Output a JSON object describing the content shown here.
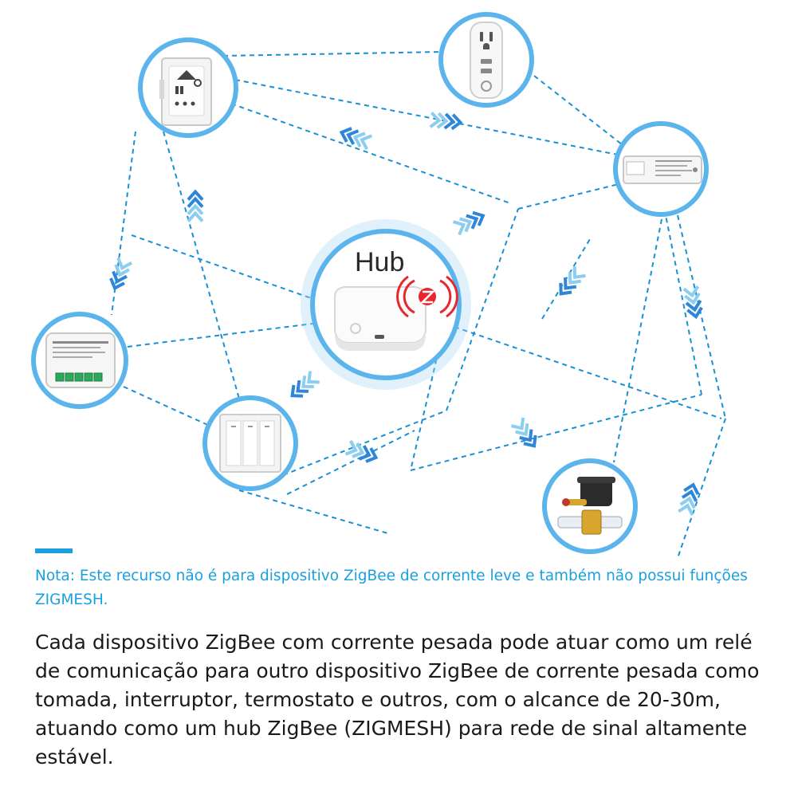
{
  "colors": {
    "accent": "#1aa0e0",
    "ring": "#5bb4ec",
    "ring_light": "#a6d6f6",
    "link": "#1990d4",
    "arrow": "#2f86d8",
    "arrow_light": "#8ccdf0",
    "zigbee_red": "#e8262c"
  },
  "hub": {
    "label": "Hub",
    "badge_icon": "zigbee-logo-icon"
  },
  "devices": [
    {
      "id": "thermostat",
      "icon": "thermostat-icon"
    },
    {
      "id": "smart-plug",
      "icon": "smart-plug-icon"
    },
    {
      "id": "light-controller",
      "icon": "light-controller-icon"
    },
    {
      "id": "switch-module",
      "icon": "switch-module-icon"
    },
    {
      "id": "wall-switch",
      "icon": "wall-switch-icon"
    },
    {
      "id": "valve-controller",
      "icon": "valve-controller-icon"
    }
  ],
  "note": "Nota: Este recurso não é para dispositivo ZigBee de corrente leve e também não possui funções ZIGMESH.",
  "description": "Cada dispositivo ZigBee com corrente pesada pode atuar como um relé de comunicação para outro dispositivo ZigBee de corrente pesada como tomada, interruptor, termostato e outros, com o alcance de 20-30m, atuando como um hub ZigBee (ZIGMESH) para rede de sinal altamente estável."
}
